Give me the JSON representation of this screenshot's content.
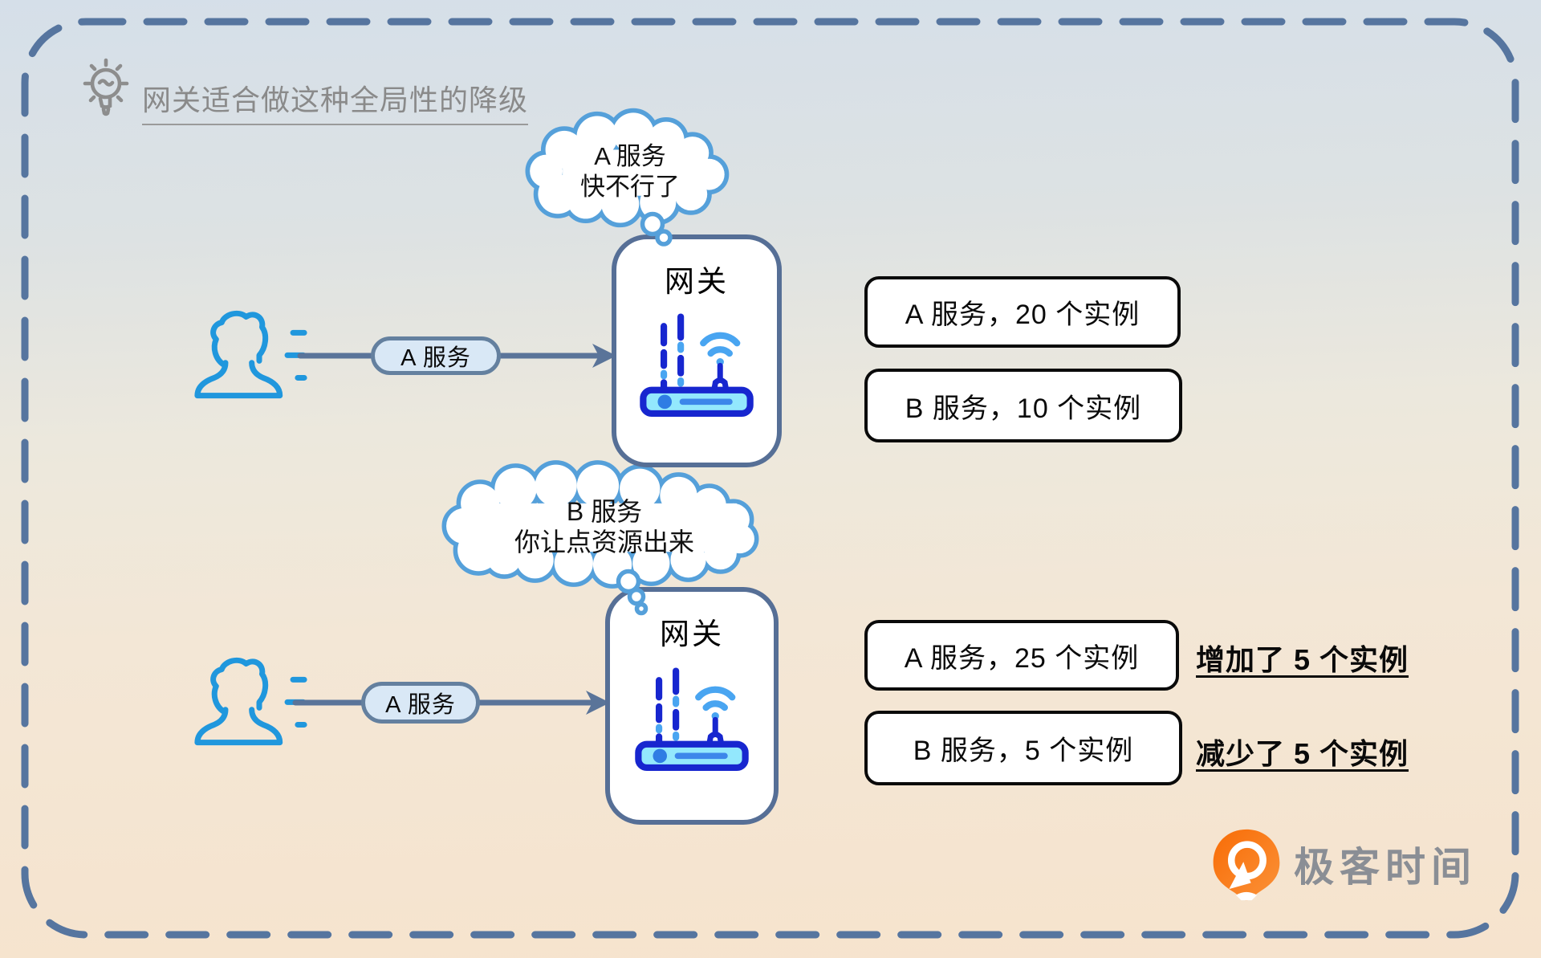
{
  "page": {
    "title": "网关适合做这种全局性的降级"
  },
  "colors": {
    "border_dash_blue": "#56759f",
    "cloud_border_blue": "#55a0da",
    "gateway_border_blue": "#566f96",
    "arrow_blue": "#5a7499",
    "pill_fill": "#d9e8f6",
    "pill_border": "#64809f",
    "user_icon_blue": "#2097dd",
    "router_navy": "#1726cf",
    "router_light_blue": "#49a5f1",
    "router_body_cyan": "#93e8fd",
    "title_gray": "#8a8a8a",
    "brand_gray": "#8a8e95",
    "brand_orange": "#f86c06"
  },
  "icons": {
    "idea": "lightbulb-icon",
    "user": "user-icon",
    "gateway_device": "router-icon",
    "thought_tail": "thought-bubble-tail-icon",
    "brand": "geektime-logo-icon"
  },
  "scenario_top": {
    "cloud_line1": "A 服务",
    "cloud_line2": "快不行了",
    "request_label": "A 服务",
    "gateway_label": "网关",
    "instances": [
      {
        "text": "A 服务，20 个实例"
      },
      {
        "text": "B 服务，10 个实例"
      }
    ]
  },
  "scenario_bottom": {
    "cloud_line1": "B 服务",
    "cloud_line2": "你让点资源出来",
    "request_label": "A 服务",
    "gateway_label": "网关",
    "instances": [
      {
        "text": "A 服务，25 个实例",
        "note": "增加了 5 个实例"
      },
      {
        "text": "B 服务，5 个实例",
        "note": "减少了 5 个实例"
      }
    ]
  },
  "footer": {
    "brand": "极客时间"
  }
}
